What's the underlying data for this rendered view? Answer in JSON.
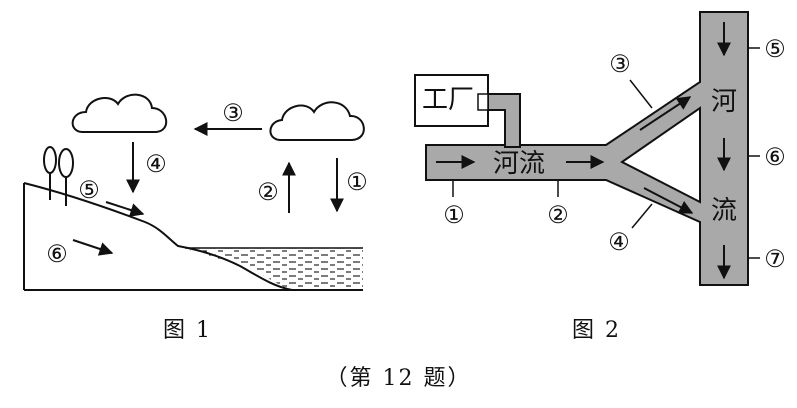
{
  "figure1": {
    "caption": "图 1",
    "labels": [
      "③",
      "④",
      "②",
      "①",
      "⑤",
      "⑥"
    ]
  },
  "figure2": {
    "caption": "图 2",
    "factory": "工厂",
    "river_channel": "河流",
    "main_river_char1": "河",
    "main_river_char2": "流",
    "labels": [
      "①",
      "②",
      "③",
      "④",
      "⑤",
      "⑥",
      "⑦"
    ]
  },
  "question": "（第 12 题）"
}
